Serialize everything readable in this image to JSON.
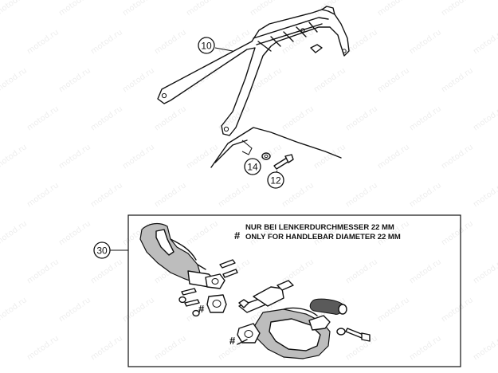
{
  "callouts": {
    "rack": "10",
    "washer": "14",
    "screw": "12",
    "handguard": "30"
  },
  "note": {
    "marker": "#",
    "line_de": "NUR BEI LENKERDURCHMESSER 22 MM",
    "line_en": "ONLY FOR HANDLEBAR DIAMETER 22 MM"
  },
  "part_marks": {
    "clamp_left": "#",
    "clamp_bottom": "#"
  },
  "watermark": "motod.ru"
}
